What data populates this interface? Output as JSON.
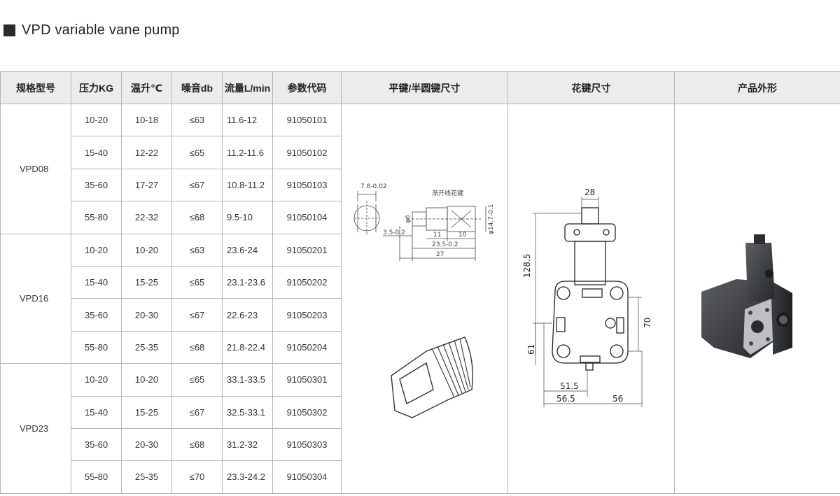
{
  "title": "VPD variable vane pump",
  "headers": [
    "规格型号",
    "压力KG",
    "温升℃",
    "噪音db",
    "流量L/min",
    "参数代码",
    "平键/半圆键尺寸",
    "花键尺寸",
    "产品外形"
  ],
  "groups": [
    {
      "model": "VPD08",
      "rows": [
        {
          "pressure": "10-20",
          "temp": "10-18",
          "noise": "≤63",
          "flow": "11.6-12",
          "code": "91050101"
        },
        {
          "pressure": "15-40",
          "temp": "12-22",
          "noise": "≤65",
          "flow": "11.2-11.6",
          "code": "91050102"
        },
        {
          "pressure": "35-60",
          "temp": "17-27",
          "noise": "≤67",
          "flow": "10.8-11.2",
          "code": "91050103"
        },
        {
          "pressure": "55-80",
          "temp": "22-32",
          "noise": "≤68",
          "flow": "9.5-10",
          "code": "91050104"
        }
      ]
    },
    {
      "model": "VPD16",
      "rows": [
        {
          "pressure": "10-20",
          "temp": "10-20",
          "noise": "≤63",
          "flow": "23.6-24",
          "code": "91050201"
        },
        {
          "pressure": "15-40",
          "temp": "15-25",
          "noise": "≤65",
          "flow": "23.1-23.6",
          "code": "91050202"
        },
        {
          "pressure": "35-60",
          "temp": "20-30",
          "noise": "≤67",
          "flow": "22.6-23",
          "code": "91050203"
        },
        {
          "pressure": "55-80",
          "temp": "25-35",
          "noise": "≤68",
          "flow": "21.8-22.4",
          "code": "91050204"
        }
      ]
    },
    {
      "model": "VPD23",
      "rows": [
        {
          "pressure": "10-20",
          "temp": "10-20",
          "noise": "≤65",
          "flow": "33.1-33.5",
          "code": "91050301"
        },
        {
          "pressure": "15-40",
          "temp": "15-25",
          "noise": "≤67",
          "flow": "32.5-33.1",
          "code": "91050302"
        },
        {
          "pressure": "35-60",
          "temp": "20-30",
          "noise": "≤68",
          "flow": "31.2-32",
          "code": "91050303"
        },
        {
          "pressure": "55-80",
          "temp": "25-35",
          "noise": "≤70",
          "flow": "23.3-24.2",
          "code": "91050304"
        }
      ]
    }
  ],
  "key_drawing": {
    "dims": [
      "7.8-0.02",
      "渐开线花键",
      "3.5-0.2",
      "11",
      "10",
      "23.5-0.2",
      "27",
      "φ6",
      "φ14.7-0.1"
    ]
  },
  "spline_drawing": {
    "dims": [
      "28",
      "128.5",
      "70",
      "61",
      "51.5",
      "56.5",
      "56"
    ]
  }
}
